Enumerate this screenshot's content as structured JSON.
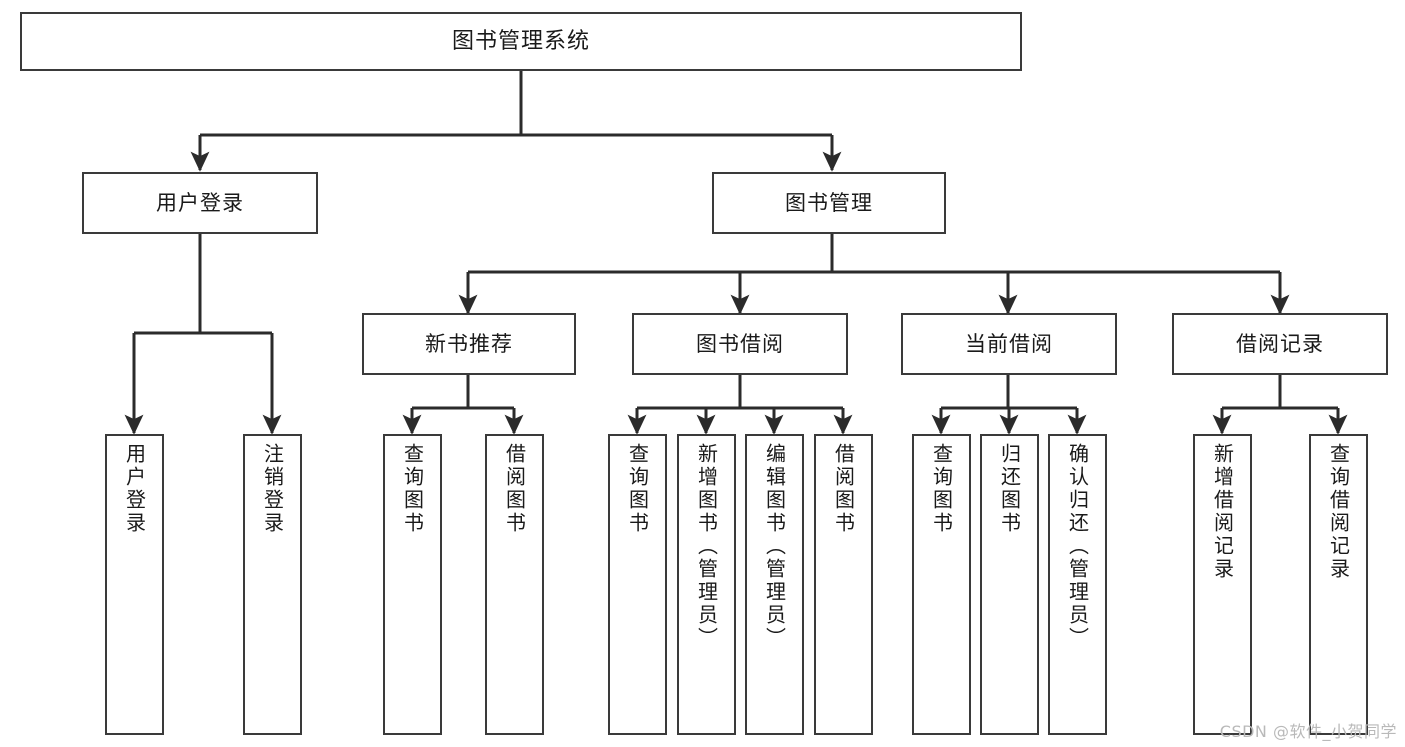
{
  "diagram": {
    "title": "图书管理系统",
    "type": "tree-hierarchy-diagram",
    "orientation": "top-down",
    "colors": {
      "node_border": "#3a3a3a",
      "node_fill": "#ffffff",
      "edge": "#2b2b2b",
      "text": "#1a1a1a",
      "background": "#ffffff",
      "watermark": "#b9b9b9"
    }
  },
  "nodes": {
    "root": {
      "label": "图书管理系统"
    },
    "level2": [
      {
        "id": "user-login",
        "label": "用户登录"
      },
      {
        "id": "book-manage",
        "label": "图书管理"
      }
    ],
    "level3": [
      {
        "id": "new-book-recommend",
        "label": "新书推荐"
      },
      {
        "id": "book-borrow",
        "label": "图书借阅"
      },
      {
        "id": "current-borrow",
        "label": "当前借阅"
      },
      {
        "id": "borrow-record",
        "label": "借阅记录"
      }
    ],
    "leaves": {
      "user-login": [
        {
          "id": "leaf-user-login",
          "label": "用户登录"
        },
        {
          "id": "leaf-user-logout",
          "label": "注销登录"
        }
      ],
      "new-book-recommend": [
        {
          "id": "leaf-query-book-1",
          "label": "查询图书"
        },
        {
          "id": "leaf-borrow-book-1",
          "label": "借阅图书"
        }
      ],
      "book-borrow": [
        {
          "id": "leaf-query-book-2",
          "label": "查询图书"
        },
        {
          "id": "leaf-add-book",
          "label": "新增图书（管理员）"
        },
        {
          "id": "leaf-edit-book",
          "label": "编辑图书（管理员）"
        },
        {
          "id": "leaf-borrow-book-2",
          "label": "借阅图书"
        }
      ],
      "current-borrow": [
        {
          "id": "leaf-query-book-3",
          "label": "查询图书"
        },
        {
          "id": "leaf-return-book",
          "label": "归还图书"
        },
        {
          "id": "leaf-confirm-return",
          "label": "确认归还（管理员）"
        }
      ],
      "borrow-record": [
        {
          "id": "leaf-add-record",
          "label": "新增借阅记录"
        },
        {
          "id": "leaf-query-record",
          "label": "查询借阅记录"
        }
      ]
    }
  },
  "watermark": {
    "text": "CSDN @软件_小贺同学"
  }
}
